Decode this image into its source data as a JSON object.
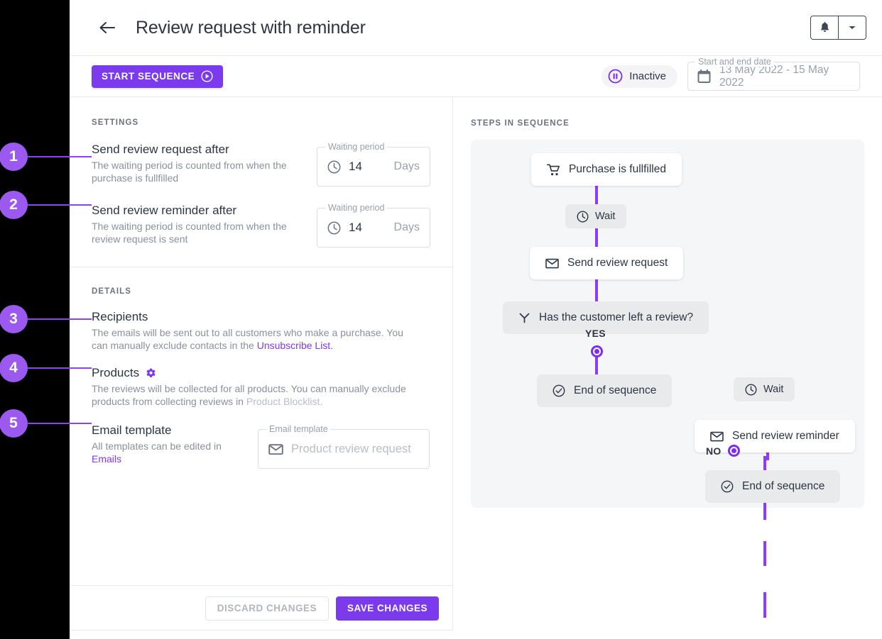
{
  "header": {
    "back_icon": "arrow-left-icon",
    "title": "Review request with reminder",
    "bell_icon": "bell-icon",
    "dropdown_icon": "chevron-down-icon"
  },
  "toolbar": {
    "start_label": "START SEQUENCE",
    "start_icon": "play-circle-icon",
    "status": {
      "icon": "pause-circle-icon",
      "label": "Inactive"
    },
    "date": {
      "icon": "calendar-icon",
      "legend": "Start and end date",
      "value": "13 May 2022 - 15 May 2022"
    }
  },
  "settings": {
    "section_label": "SETTINGS",
    "rows": [
      {
        "title": "Send review request after",
        "desc": "The waiting period is counted from when the purchase is fullfilled",
        "field": {
          "legend": "Waiting period",
          "icon": "clock-icon",
          "value": "14",
          "unit": "Days"
        }
      },
      {
        "title": "Send review reminder after",
        "desc": "The waiting period is counted from when the review request is sent",
        "field": {
          "legend": "Waiting period",
          "icon": "clock-icon",
          "value": "14",
          "unit": "Days"
        }
      }
    ]
  },
  "details": {
    "section_label": "DETAILS",
    "recipients": {
      "title": "Recipients",
      "desc_1": "The emails will be sent out to all customers who make a purchase. You can manually exclude contacts in the ",
      "link": "Unsubscribe List.",
      "desc_2": ""
    },
    "products": {
      "title": "Products",
      "gear_icon": "gear-icon",
      "desc_1": "The reviews will be collected for all products. You can manually exclude products from collecting reviews in ",
      "link": "Product Blocklist.",
      "desc_2": ""
    },
    "email_template": {
      "title": "Email template",
      "desc_1": "All templates can be edited in ",
      "link": "Emails",
      "field": {
        "legend": "Email template",
        "icon": "envelope-icon",
        "placeholder": "Product review request"
      }
    }
  },
  "footer": {
    "discard_label": "DISCARD CHANGES",
    "save_label": "SAVE CHANGES"
  },
  "sequence": {
    "section_label": "STEPS IN SEQUENCE",
    "nodes": [
      {
        "id": "purchase",
        "label": "Purchase is fullfilled",
        "icon": "cart-icon"
      },
      {
        "id": "wait1",
        "label": "Wait",
        "icon": "clock-icon"
      },
      {
        "id": "send-req",
        "label": "Send review request",
        "icon": "envelope-icon"
      },
      {
        "id": "condition",
        "label": "Has the customer left a review?",
        "icon": "branch-icon"
      },
      {
        "id": "end-yes",
        "label": "End of sequence",
        "icon": "check-circle-icon"
      },
      {
        "id": "wait2",
        "label": "Wait",
        "icon": "clock-icon"
      },
      {
        "id": "send-rem",
        "label": "Send review reminder",
        "icon": "envelope-icon"
      },
      {
        "id": "end-no",
        "label": "End of sequence",
        "icon": "check-circle-icon"
      }
    ],
    "branches": {
      "yes": "YES",
      "no": "NO"
    }
  },
  "callouts": [
    {
      "number": "1"
    },
    {
      "number": "2"
    },
    {
      "number": "3"
    },
    {
      "number": "4"
    },
    {
      "number": "5"
    }
  ],
  "colors": {
    "accent": "#7c3aed",
    "edge": "#8b3dff",
    "rail": "#000000",
    "canvas": "#f5f6f7"
  }
}
